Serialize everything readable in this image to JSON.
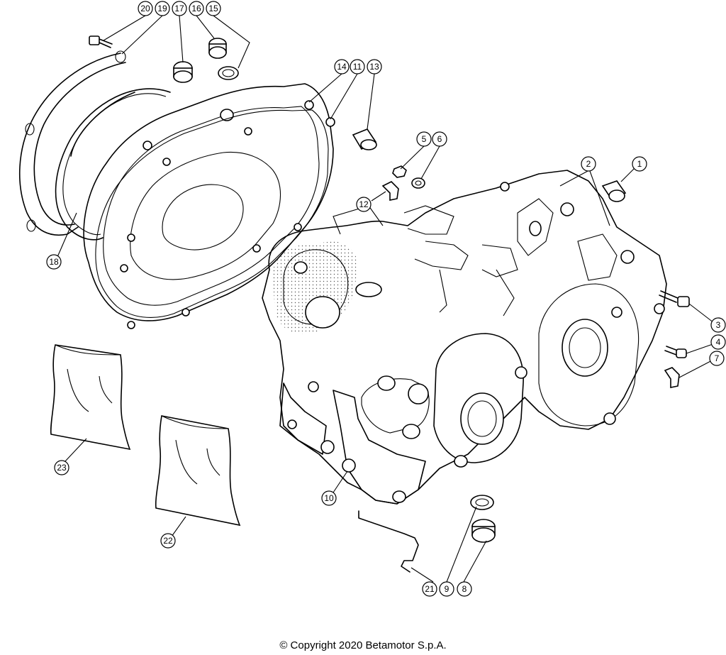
{
  "callouts": [
    "20",
    "19",
    "17",
    "16",
    "15",
    "14",
    "11",
    "13",
    "5",
    "6",
    "2",
    "1",
    "12",
    "18",
    "3",
    "4",
    "7",
    "23",
    "22",
    "10",
    "21",
    "9",
    "8"
  ],
  "footer": {
    "copyright": "© Copyright 2020 Betamotor S.p.A."
  }
}
